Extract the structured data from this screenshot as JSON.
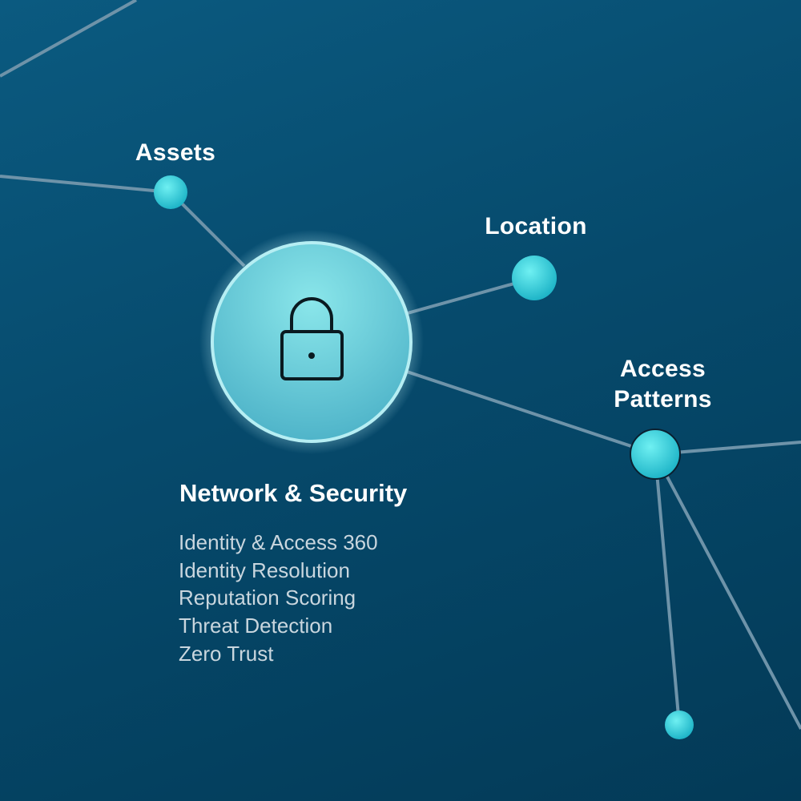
{
  "nodes": {
    "assets": "Assets",
    "location": "Location",
    "access_patterns_line1": "Access",
    "access_patterns_line2": "Patterns"
  },
  "center": {
    "icon": "lock-icon",
    "title": "Network & Security",
    "items": [
      "Identity & Access 360",
      "Identity Resolution",
      "Reputation Scoring",
      "Threat Detection",
      "Zero Trust"
    ]
  },
  "colors": {
    "node": "#3fcfdc",
    "center": "#6fd3dd",
    "line": "#6e93a9",
    "background": "#064a6c"
  }
}
